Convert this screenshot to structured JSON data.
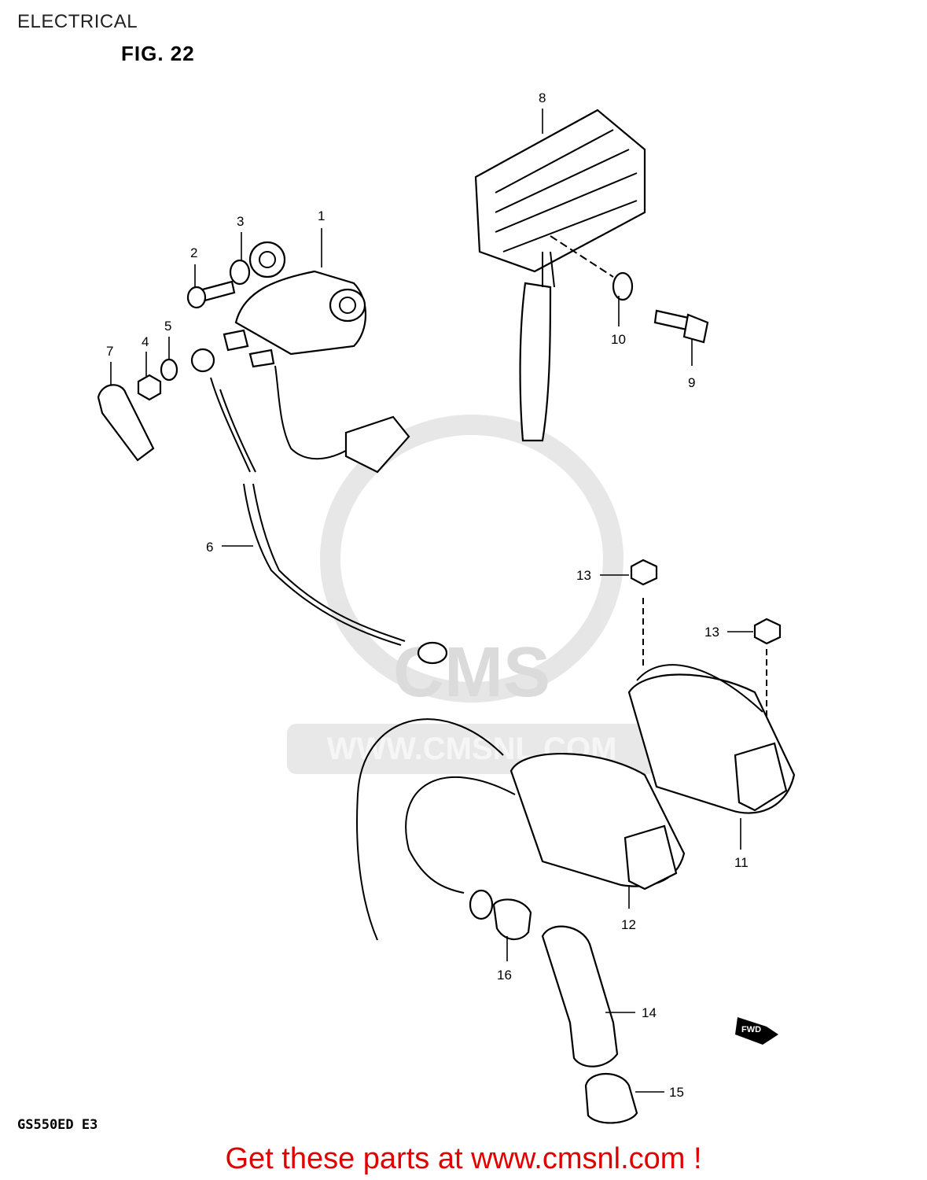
{
  "header": {
    "title": "ELECTRICAL",
    "figure": "FIG. 22"
  },
  "watermark": {
    "brand": "CMS",
    "site": "WWW.CMSNL.COM"
  },
  "callouts": [
    "1",
    "2",
    "3",
    "4",
    "5",
    "6",
    "7",
    "8",
    "9",
    "10",
    "11",
    "12",
    "13",
    "13",
    "14",
    "15",
    "16"
  ],
  "footer": {
    "model": "GS550ED E3",
    "cta": "Get these parts at www.cmsnl.com !",
    "fwd_tag": "FWD"
  },
  "colors": {
    "cta": "#e00000",
    "ink": "#000000",
    "watermark": "#d8d8d8"
  }
}
